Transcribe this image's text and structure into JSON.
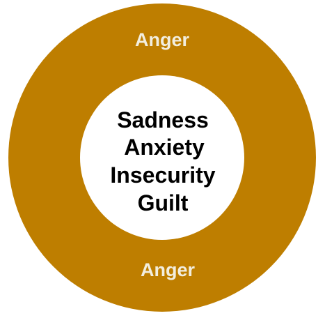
{
  "diagram": {
    "outer_ring": {
      "top_label": "Anger",
      "bottom_label": "Anger",
      "fill_color": "#BE7E00",
      "label_color": "#F2EEDF"
    },
    "inner_circle": {
      "fill_color": "#FFFFFF",
      "text_color": "#000000",
      "lines": [
        "Sadness",
        "Anxiety",
        "Insecurity",
        "Guilt"
      ]
    }
  }
}
